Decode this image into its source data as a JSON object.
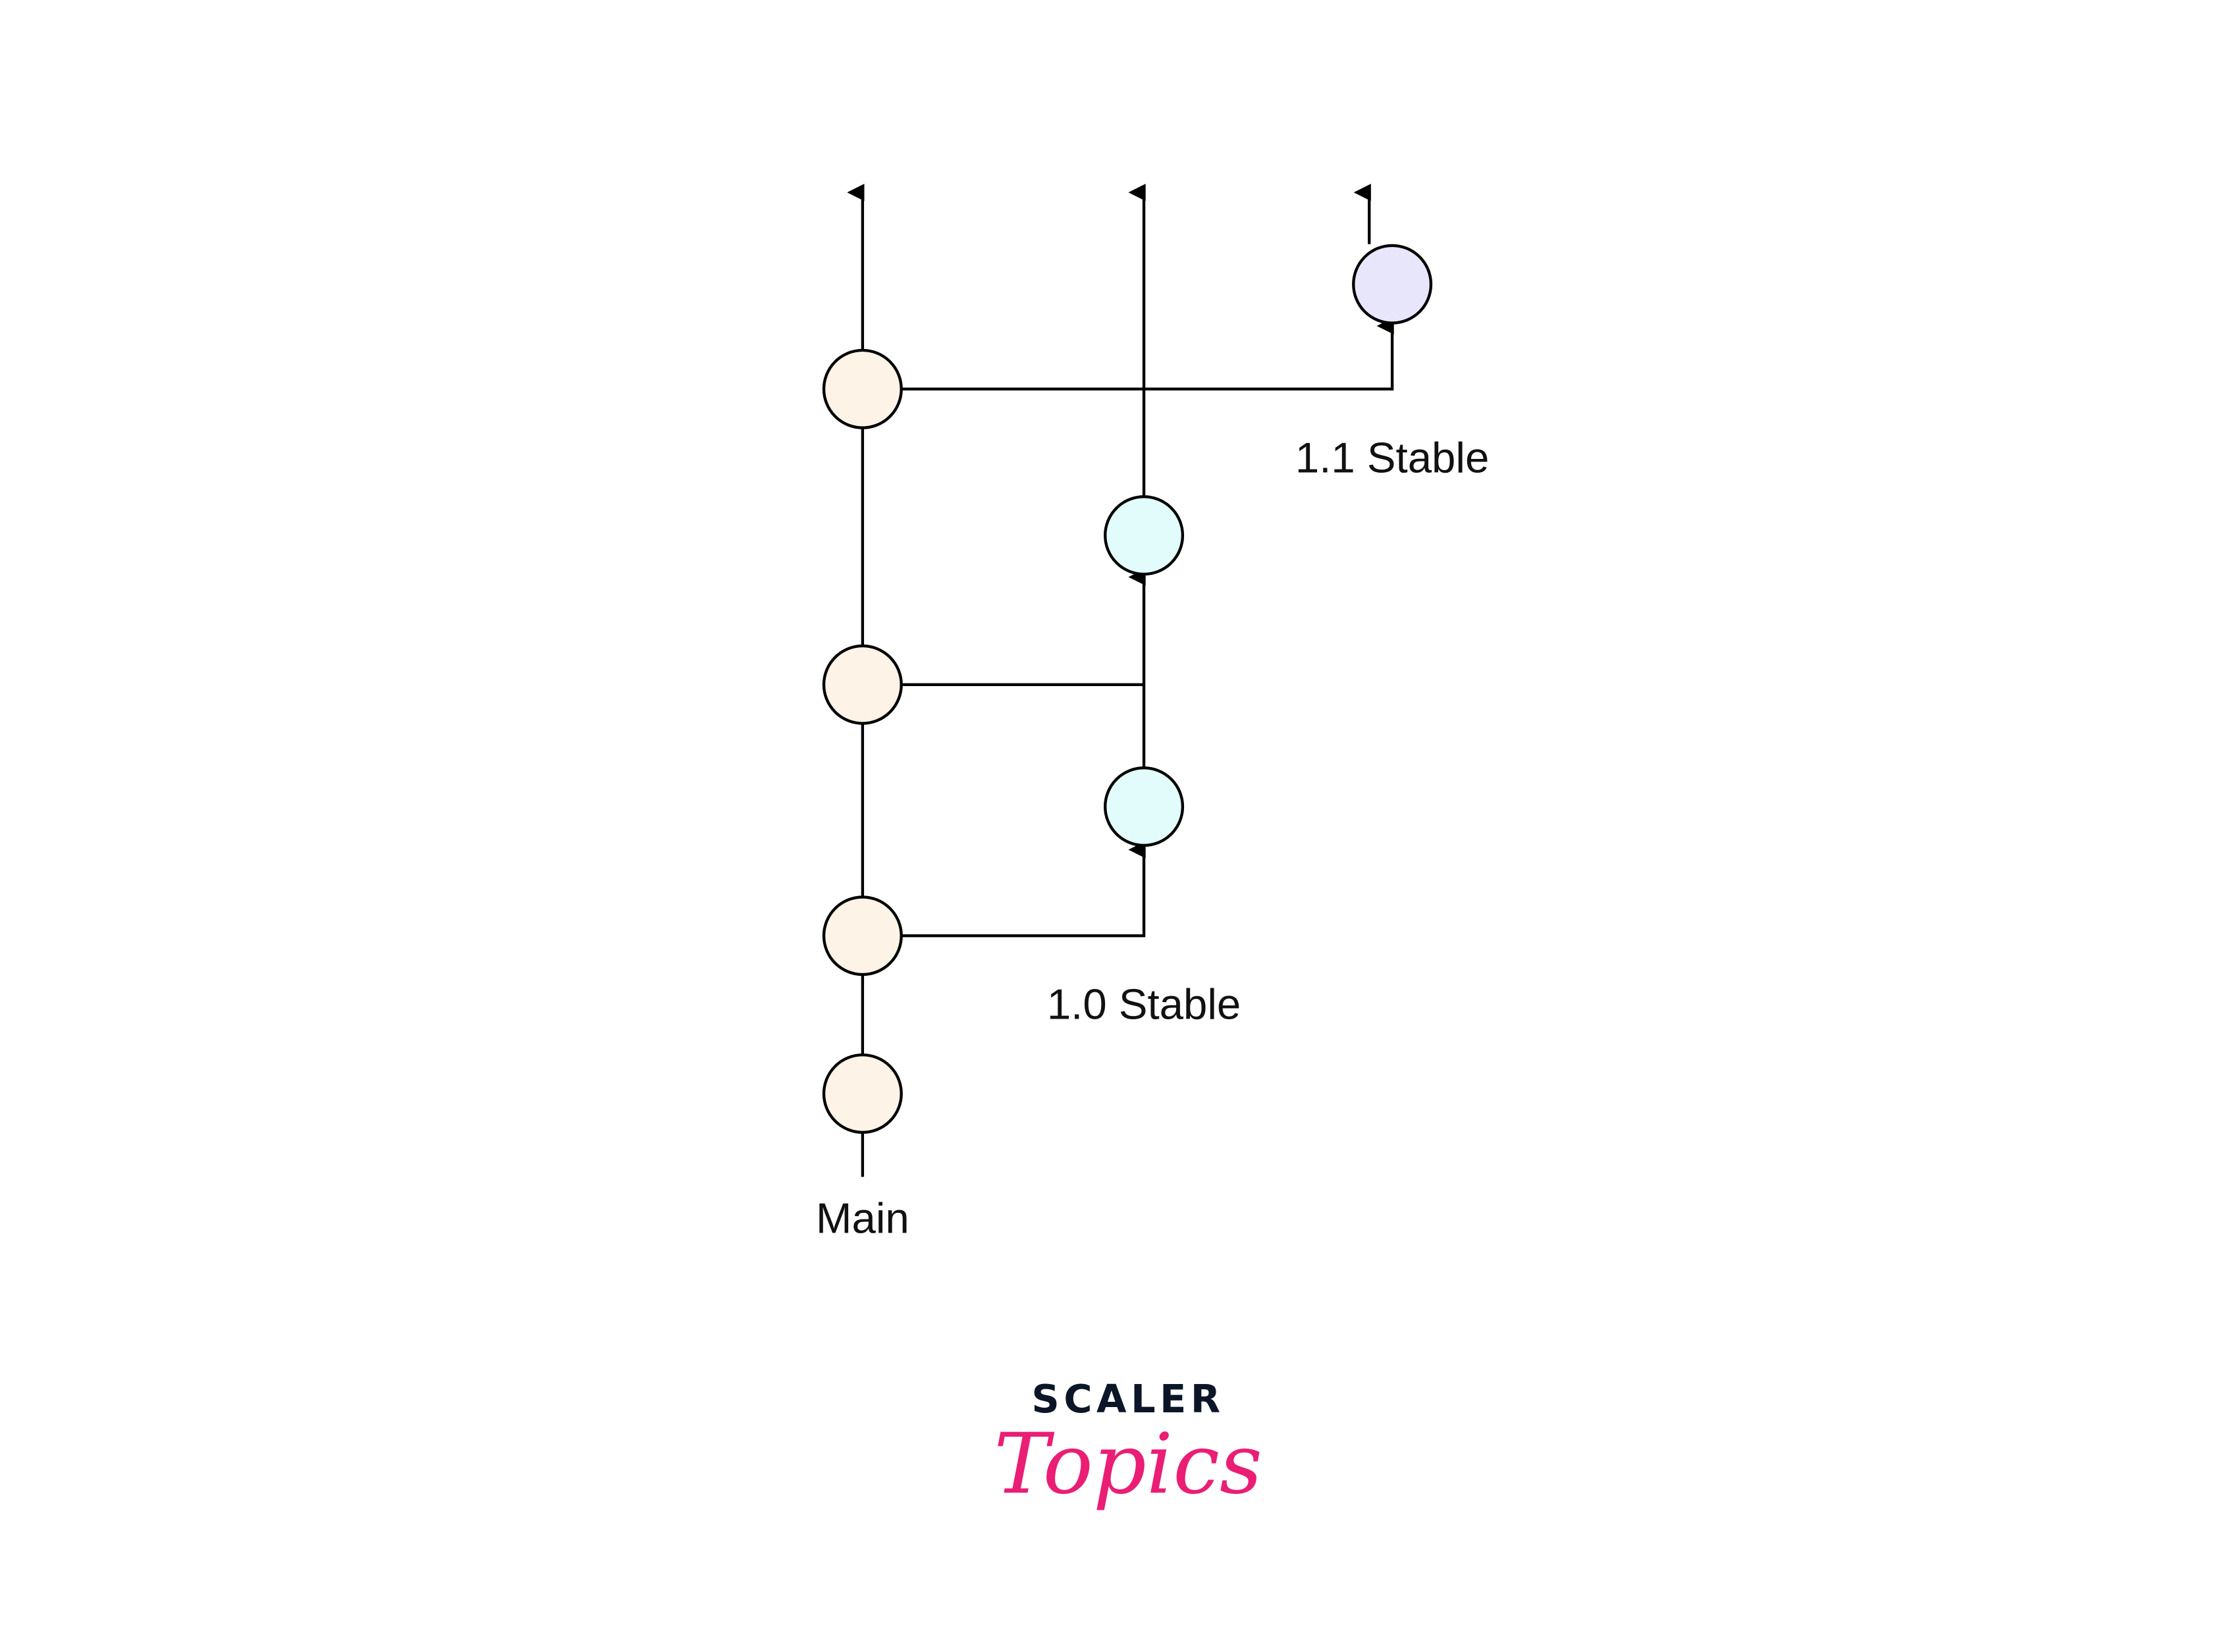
{
  "labels": {
    "main": "Main",
    "stable_1_0": "1.0 Stable",
    "stable_1_1": "1.1 Stable"
  },
  "logo": {
    "line1": "SCALER",
    "line2": "Topics"
  },
  "colors": {
    "main_node": "#fdf3e6",
    "stable_1_0_node": "#e2fcfc",
    "stable_1_1_node": "#e8e6fb",
    "stroke": "#000000",
    "logo_dark": "#0c1628",
    "logo_pink": "#e91e74"
  },
  "nodes": {
    "main_count": 4,
    "stable_1_0_count": 2,
    "stable_1_1_count": 1
  }
}
